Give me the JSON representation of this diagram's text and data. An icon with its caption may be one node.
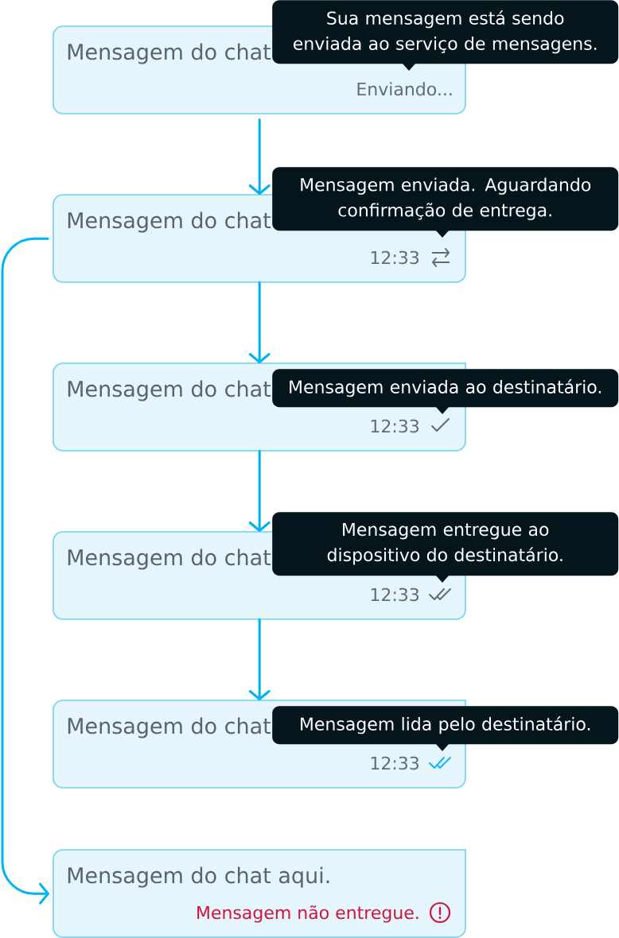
{
  "diagram": {
    "nodes": [
      {
        "text": [
          "Mensagem do chat",
          "Enviando..."
        ]
      },
      {
        "text": [
          "Sua mensagem está sendo enviada ao serviço de mensagens."
        ]
      },
      {
        "text": [
          "Mensagem do chat",
          "12:33"
        ]
      },
      {
        "text": [
          "Mensagem enviada. Aguardando confirmação de entrega."
        ]
      },
      {
        "text": [
          "Mensagem do chat",
          "12:33"
        ]
      },
      {
        "text": [
          "Mensagem enviada ao destinatário."
        ]
      },
      {
        "text": [
          "Mensagem do chat",
          "12:33"
        ]
      },
      {
        "text": [
          "Mensagem entregue ao dispositivo do destinatário."
        ]
      },
      {
        "text": [
          "Mensagem do chat",
          "12:33"
        ]
      },
      {
        "text": [
          "Mensagem lida pelo destinatário."
        ]
      },
      {
        "text": [
          "Mensagem do chat aqui.",
          "Mensagem não entregue."
        ]
      }
    ],
    "edges": [
      {
        "from": 0,
        "to": 2,
        "arrow": "to"
      },
      {
        "from": 2,
        "to": 4,
        "arrow": "to"
      },
      {
        "from": 4,
        "to": 6,
        "arrow": "to"
      },
      {
        "from": 6,
        "to": 8,
        "arrow": "to"
      },
      {
        "from": 2,
        "to": 10,
        "arrow": "to"
      }
    ]
  }
}
